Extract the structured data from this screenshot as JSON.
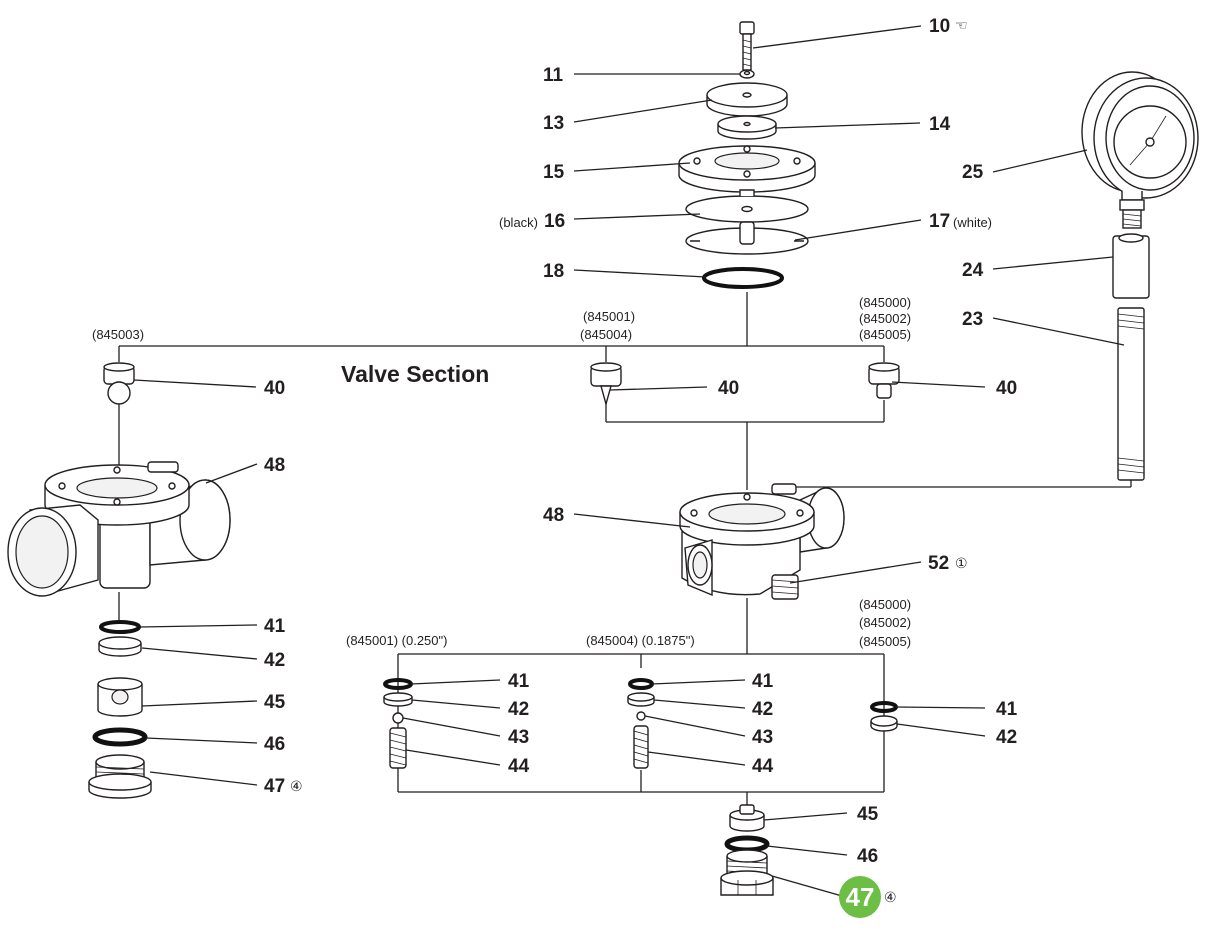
{
  "title": "Valve Section",
  "callouts": {
    "c10": "10",
    "c11": "11",
    "c13": "13",
    "c14": "14",
    "c15": "15",
    "c16": "16",
    "c17": "17",
    "c18": "18",
    "c23": "23",
    "c24": "24",
    "c25": "25",
    "c40a": "40",
    "c40b": "40",
    "c40c": "40",
    "c48a": "48",
    "c48b": "48",
    "c52": "52",
    "c41a": "41",
    "c42a": "42",
    "c45a": "45",
    "c46a": "46",
    "c47a": "47",
    "c41b": "41",
    "c42b": "42",
    "c43b": "43",
    "c44b": "44",
    "c41c": "41",
    "c42c": "42",
    "c43c": "43",
    "c44c": "44",
    "c41d": "41",
    "c42d": "42",
    "c45b": "45",
    "c46b": "46",
    "c47b": "47"
  },
  "notes": {
    "black": "(black)",
    "white": "(white)",
    "m845003": "(845003)",
    "m845001": "(845001)",
    "m845004": "(845004)",
    "m845000": "(845000)",
    "m845002": "(845002)",
    "m845005": "(845005)",
    "m845001b": "(845001) (0.250\")",
    "m845004b": "(845004) (0.1875\")",
    "m845000b": "(845000)",
    "m845002b": "(845002)",
    "m845005b": "(845005)"
  },
  "symbols": {
    "hand": "☜",
    "one": "①",
    "four_a": "④",
    "four_b": "④"
  },
  "highlight_color": "#6cbe45",
  "highlighted_callout": "47"
}
